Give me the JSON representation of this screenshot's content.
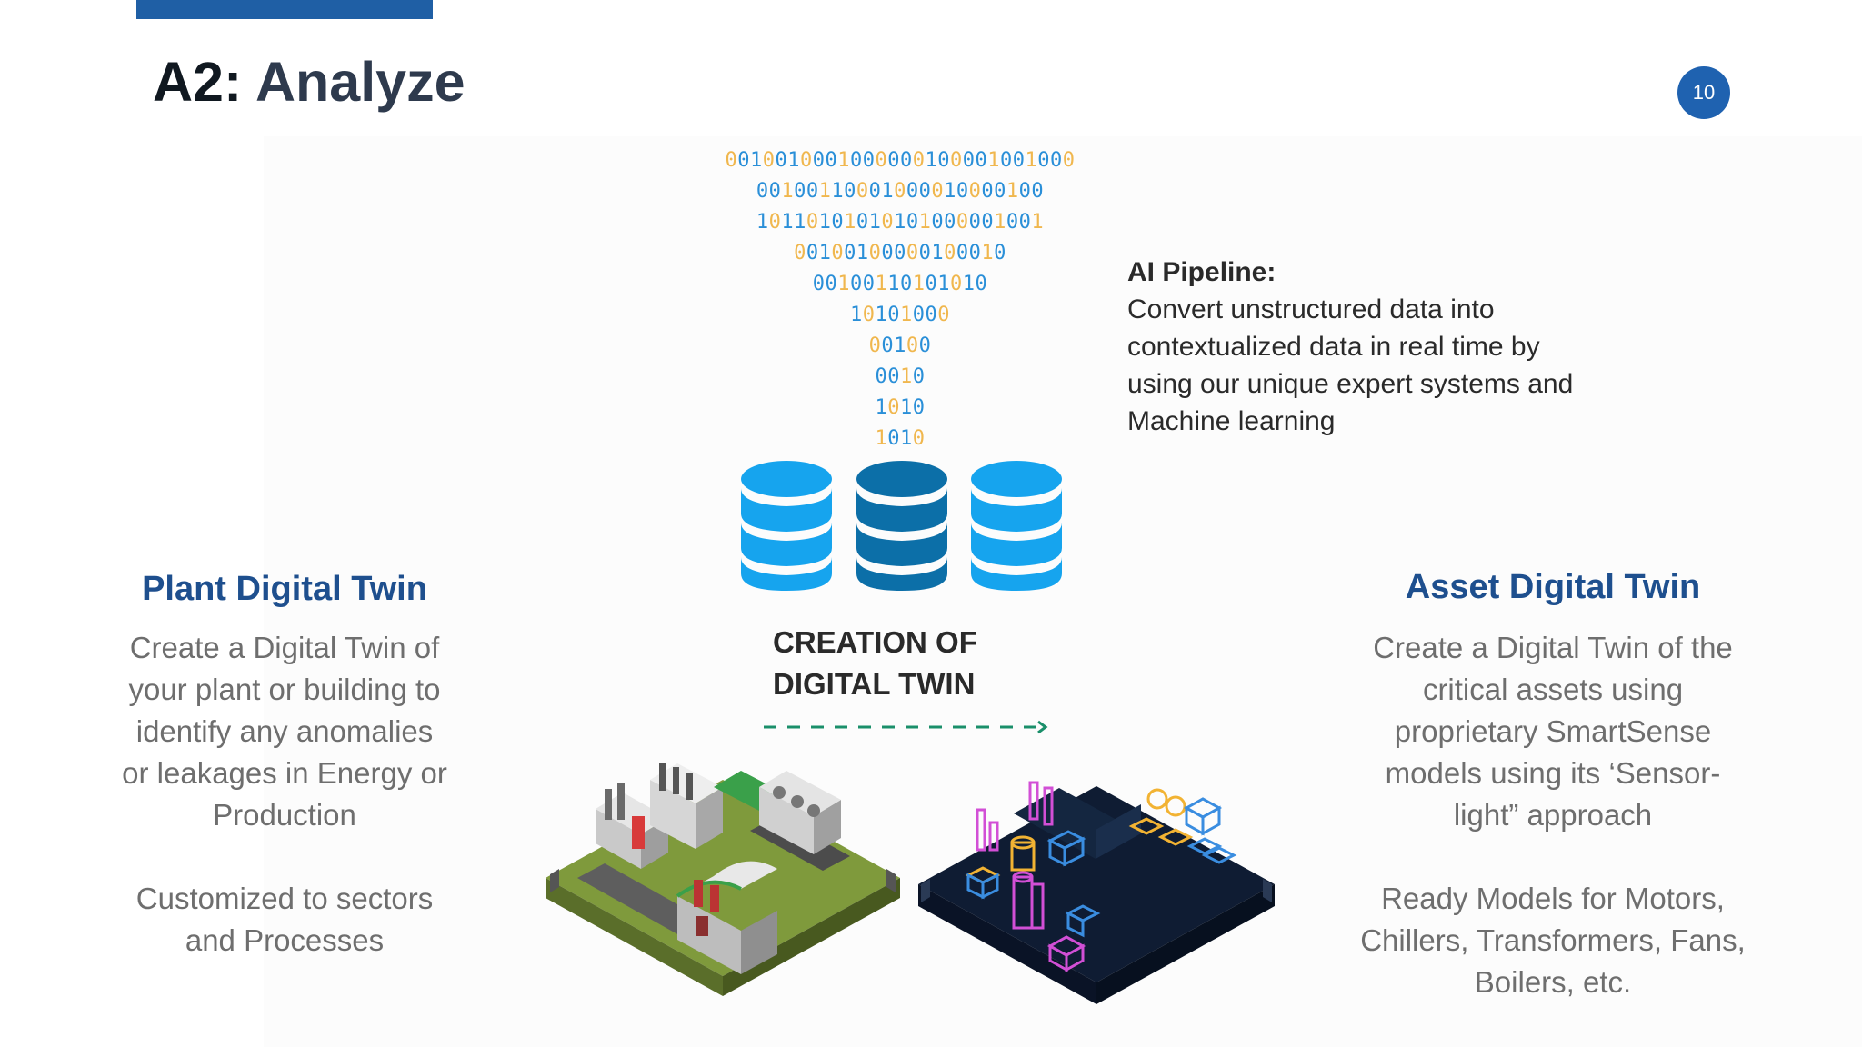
{
  "header": {
    "title_prefix": "A2:",
    "title_main": "Analyze",
    "page_number": "10"
  },
  "binary_funnel": {
    "rows": [
      "0010010001000000100001001000",
      "00100110001000010000100",
      "10110101010101000001001",
      "00100100000100010",
      "00100110101010",
      "10101000",
      "00100",
      "0010",
      "1010",
      "1010"
    ]
  },
  "database_icons": [
    {
      "name": "database-icon",
      "color": "#16a4ee"
    },
    {
      "name": "database-icon",
      "color": "#0c6fa8"
    },
    {
      "name": "database-icon",
      "color": "#16a4ee"
    }
  ],
  "ai_pipeline": {
    "heading": "AI Pipeline:",
    "lines": [
      "Convert unstructured data into",
      "contextualized data in real time by",
      "using our unique expert systems and",
      "Machine learning"
    ]
  },
  "plant_twin": {
    "title": "Plant Digital Twin",
    "description_lines": [
      "Create a Digital Twin of",
      "your plant or building to",
      "identify any anomalies",
      "or leakages in Energy or",
      "Production"
    ],
    "note_lines": [
      "Customized to sectors",
      "and Processes"
    ]
  },
  "creation": {
    "lines": [
      "CREATION OF",
      "DIGITAL TWIN"
    ]
  },
  "asset_twin": {
    "title": "Asset Digital Twin",
    "description_lines": [
      "Create a Digital Twin of the",
      "critical assets using",
      "proprietary SmartSense",
      "models using its ‘Sensor-",
      "light” approach"
    ],
    "note_lines": [
      "Ready Models for Motors,",
      "Chillers, Transformers, Fans,",
      "Boilers, etc."
    ]
  },
  "colors": {
    "accent": "#1f5fa5",
    "heading_blue": "#1e4f8e",
    "body_gray": "#6e6e6e",
    "arrow_green": "#1a8f6a"
  }
}
